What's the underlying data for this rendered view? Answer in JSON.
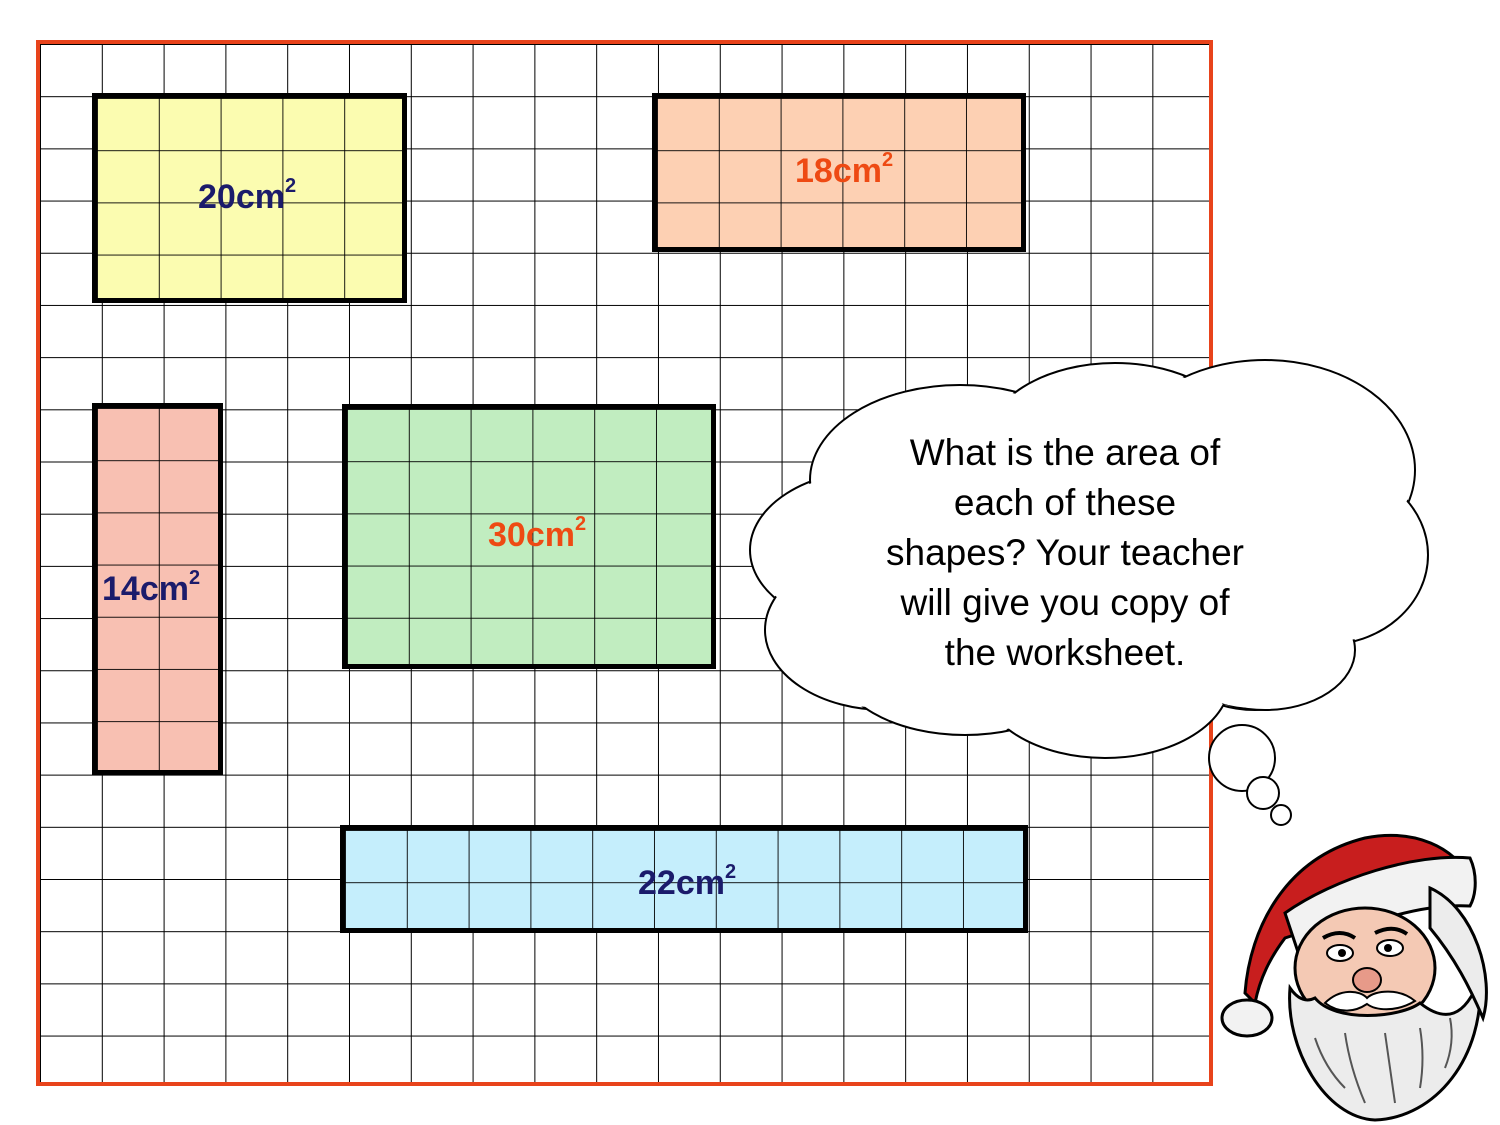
{
  "shapes": [
    {
      "id": "yellow",
      "area_value": "20",
      "unit": "cm",
      "exponent": "2",
      "fill": "#fbfcb0",
      "label_color": "#1b1b6b",
      "cols": 5,
      "rows": 4
    },
    {
      "id": "peach",
      "area_value": "18",
      "unit": "cm",
      "exponent": "2",
      "fill": "#fdd0b3",
      "label_color": "#ee4a13",
      "cols": 6,
      "rows": 3
    },
    {
      "id": "pink",
      "area_value": "14",
      "unit": "cm",
      "exponent": "2",
      "fill": "#f8c0b2",
      "label_color": "#1b1b6b",
      "cols": 2,
      "rows": 7
    },
    {
      "id": "green",
      "area_value": "30",
      "unit": "cm",
      "exponent": "2",
      "fill": "#c1edc0",
      "label_color": "#ee4a13",
      "cols": 6,
      "rows": 5
    },
    {
      "id": "blue",
      "area_value": "22",
      "unit": "cm",
      "exponent": "2",
      "fill": "#c5eefc",
      "label_color": "#1b1b6b",
      "cols": 11,
      "rows": 2
    }
  ],
  "bubble": {
    "lines": [
      "What is the area  of",
      "each of these",
      "shapes? Your teacher",
      "will give you copy of",
      "the worksheet."
    ]
  },
  "colors": {
    "border": "#e8431b",
    "grid": "#000000"
  }
}
